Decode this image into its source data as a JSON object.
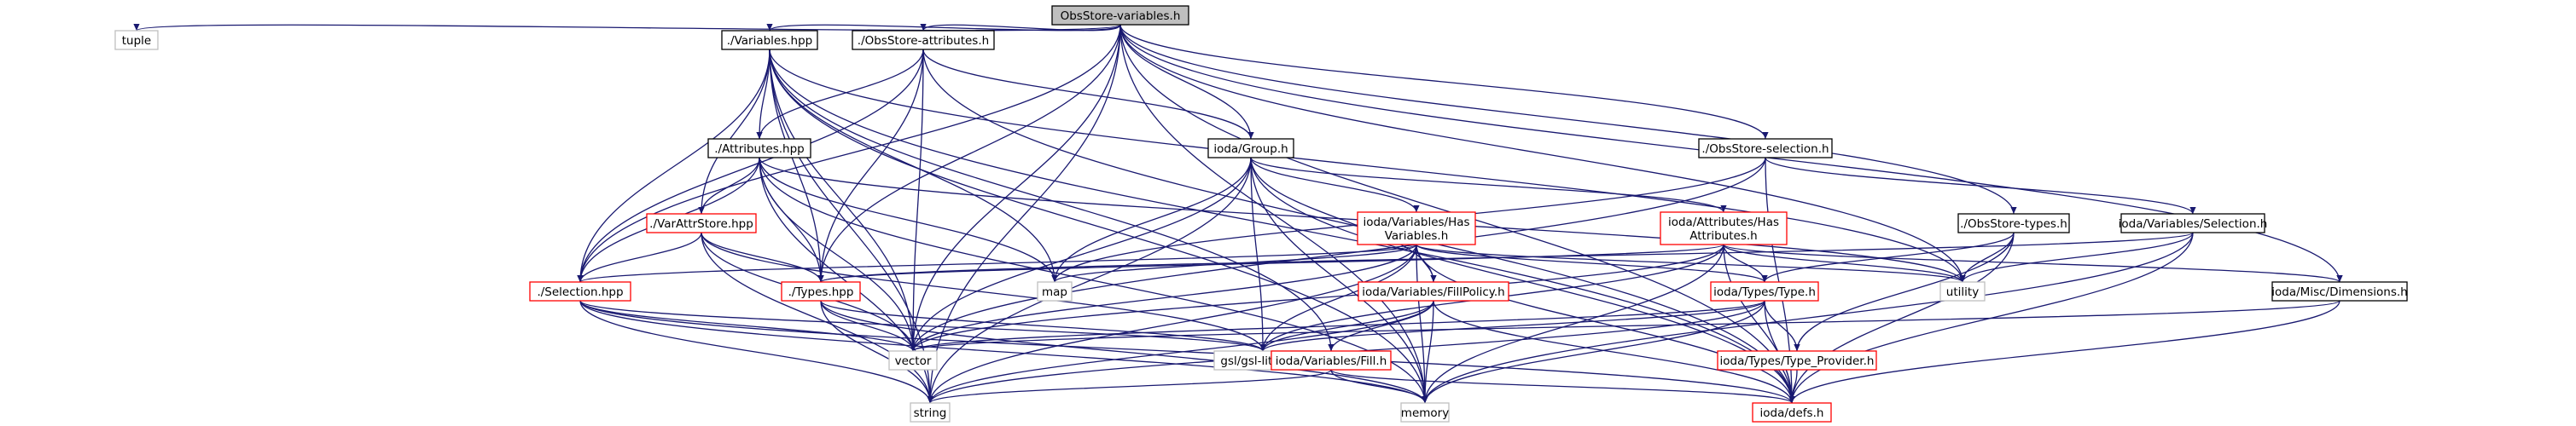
{
  "colors": {
    "edge": "#191970",
    "root_fill": "#bfbfbf",
    "root_border": "#000000",
    "doc_border": "#000000",
    "red_border": "#ff0000",
    "sys_border": "#bfbfbf",
    "sys_text": "#000000"
  },
  "nodes": [
    {
      "id": "root",
      "label": "ObsStore-variables.h",
      "kind": "root"
    },
    {
      "id": "tuple",
      "label": "tuple",
      "kind": "sys"
    },
    {
      "id": "vars",
      "label": "./Variables.hpp",
      "kind": "doc"
    },
    {
      "id": "obsattr",
      "label": "./ObsStore-attributes.h",
      "kind": "doc"
    },
    {
      "id": "obssel",
      "label": "./ObsStore-selection.h",
      "kind": "doc"
    },
    {
      "id": "obstypes",
      "label": "./ObsStore-types.h",
      "kind": "doc"
    },
    {
      "id": "attrs",
      "label": "./Attributes.hpp",
      "kind": "doc"
    },
    {
      "id": "group",
      "label": "ioda/Group.h",
      "kind": "doc"
    },
    {
      "id": "varattr",
      "label": "./VarAttrStore.hpp",
      "kind": "red"
    },
    {
      "id": "hasvars",
      "label": "ioda/Variables/Has Variables.h",
      "kind": "red",
      "lines": [
        "ioda/Variables/Has",
        "Variables.h"
      ]
    },
    {
      "id": "hasattrs",
      "label": "ioda/Attributes/Has Attributes.h",
      "kind": "red",
      "lines": [
        "ioda/Attributes/Has",
        "Attributes.h"
      ]
    },
    {
      "id": "varsel",
      "label": "ioda/Variables/Selection.h",
      "kind": "doc"
    },
    {
      "id": "selection",
      "label": "./Selection.hpp",
      "kind": "red"
    },
    {
      "id": "types",
      "label": "./Types.hpp",
      "kind": "red"
    },
    {
      "id": "map",
      "label": "map",
      "kind": "sys"
    },
    {
      "id": "fillpolicy",
      "label": "ioda/Variables/FillPolicy.h",
      "kind": "red"
    },
    {
      "id": "type",
      "label": "ioda/Types/Type.h",
      "kind": "red"
    },
    {
      "id": "utility",
      "label": "utility",
      "kind": "sys"
    },
    {
      "id": "dims",
      "label": "ioda/Misc/Dimensions.h",
      "kind": "doc"
    },
    {
      "id": "vector",
      "label": "vector",
      "kind": "sys"
    },
    {
      "id": "gsl",
      "label": "gsl/gsl-lite.hpp",
      "kind": "sys"
    },
    {
      "id": "fill",
      "label": "ioda/Variables/Fill.h",
      "kind": "red"
    },
    {
      "id": "typeprov",
      "label": "ioda/Types/Type_Provider.h",
      "kind": "red"
    },
    {
      "id": "string",
      "label": "string",
      "kind": "sys"
    },
    {
      "id": "memory",
      "label": "memory",
      "kind": "sys"
    },
    {
      "id": "defs",
      "label": "ioda/defs.h",
      "kind": "red"
    }
  ],
  "edges": [
    [
      "root",
      "tuple"
    ],
    [
      "root",
      "vars"
    ],
    [
      "root",
      "obsattr"
    ],
    [
      "root",
      "obssel"
    ],
    [
      "root",
      "obstypes"
    ],
    [
      "root",
      "group"
    ],
    [
      "root",
      "selection"
    ],
    [
      "root",
      "types"
    ],
    [
      "root",
      "utility"
    ],
    [
      "root",
      "dims"
    ],
    [
      "root",
      "vector"
    ],
    [
      "root",
      "string"
    ],
    [
      "root",
      "memory"
    ],
    [
      "root",
      "defs"
    ],
    [
      "vars",
      "attrs"
    ],
    [
      "vars",
      "varattr"
    ],
    [
      "vars",
      "selection"
    ],
    [
      "vars",
      "types"
    ],
    [
      "vars",
      "map"
    ],
    [
      "vars",
      "fill"
    ],
    [
      "vars",
      "utility"
    ],
    [
      "vars",
      "vector"
    ],
    [
      "vars",
      "string"
    ],
    [
      "vars",
      "memory"
    ],
    [
      "vars",
      "defs"
    ],
    [
      "obsattr",
      "attrs"
    ],
    [
      "obsattr",
      "group"
    ],
    [
      "obsattr",
      "types"
    ],
    [
      "obsattr",
      "selection"
    ],
    [
      "obsattr",
      "vector"
    ],
    [
      "obsattr",
      "defs"
    ],
    [
      "obssel",
      "varsel"
    ],
    [
      "obssel",
      "map"
    ],
    [
      "obssel",
      "vector"
    ],
    [
      "obssel",
      "defs"
    ],
    [
      "obstypes",
      "type"
    ],
    [
      "obstypes",
      "typeprov"
    ],
    [
      "obstypes",
      "utility"
    ],
    [
      "obstypes",
      "defs"
    ],
    [
      "attrs",
      "varattr"
    ],
    [
      "attrs",
      "selection"
    ],
    [
      "attrs",
      "types"
    ],
    [
      "attrs",
      "map"
    ],
    [
      "attrs",
      "utility"
    ],
    [
      "attrs",
      "vector"
    ],
    [
      "attrs",
      "string"
    ],
    [
      "attrs",
      "memory"
    ],
    [
      "group",
      "hasvars"
    ],
    [
      "group",
      "hasattrs"
    ],
    [
      "group",
      "fillpolicy"
    ],
    [
      "group",
      "map"
    ],
    [
      "group",
      "gsl"
    ],
    [
      "group",
      "vector"
    ],
    [
      "group",
      "string"
    ],
    [
      "group",
      "memory"
    ],
    [
      "group",
      "defs"
    ],
    [
      "varattr",
      "selection"
    ],
    [
      "varattr",
      "types"
    ],
    [
      "varattr",
      "gsl"
    ],
    [
      "varattr",
      "vector"
    ],
    [
      "varattr",
      "string"
    ],
    [
      "hasvars",
      "selection"
    ],
    [
      "hasvars",
      "type"
    ],
    [
      "hasvars",
      "fillpolicy"
    ],
    [
      "hasvars",
      "gsl"
    ],
    [
      "hasvars",
      "map"
    ],
    [
      "hasvars",
      "utility"
    ],
    [
      "hasvars",
      "vector"
    ],
    [
      "hasvars",
      "string"
    ],
    [
      "hasvars",
      "memory"
    ],
    [
      "hasvars",
      "defs"
    ],
    [
      "hasattrs",
      "types"
    ],
    [
      "hasattrs",
      "type"
    ],
    [
      "hasattrs",
      "dims"
    ],
    [
      "hasattrs",
      "gsl"
    ],
    [
      "hasattrs",
      "utility"
    ],
    [
      "hasattrs",
      "vector"
    ],
    [
      "hasattrs",
      "memory"
    ],
    [
      "hasattrs",
      "defs"
    ],
    [
      "varsel",
      "types"
    ],
    [
      "varsel",
      "utility"
    ],
    [
      "varsel",
      "memory"
    ],
    [
      "varsel",
      "defs"
    ],
    [
      "selection",
      "gsl"
    ],
    [
      "selection",
      "vector"
    ],
    [
      "selection",
      "string"
    ],
    [
      "selection",
      "memory"
    ],
    [
      "selection",
      "defs"
    ],
    [
      "types",
      "gsl"
    ],
    [
      "types",
      "vector"
    ],
    [
      "types",
      "string"
    ],
    [
      "types",
      "memory"
    ],
    [
      "fillpolicy",
      "fill"
    ],
    [
      "fillpolicy",
      "gsl"
    ],
    [
      "fillpolicy",
      "string"
    ],
    [
      "fillpolicy",
      "memory"
    ],
    [
      "fillpolicy",
      "defs"
    ],
    [
      "type",
      "typeprov"
    ],
    [
      "type",
      "gsl"
    ],
    [
      "type",
      "vector"
    ],
    [
      "type",
      "string"
    ],
    [
      "type",
      "memory"
    ],
    [
      "type",
      "defs"
    ],
    [
      "dims",
      "vector"
    ],
    [
      "dims",
      "defs"
    ],
    [
      "fill",
      "string"
    ],
    [
      "fill",
      "memory"
    ],
    [
      "fill",
      "defs"
    ],
    [
      "typeprov",
      "defs"
    ]
  ]
}
